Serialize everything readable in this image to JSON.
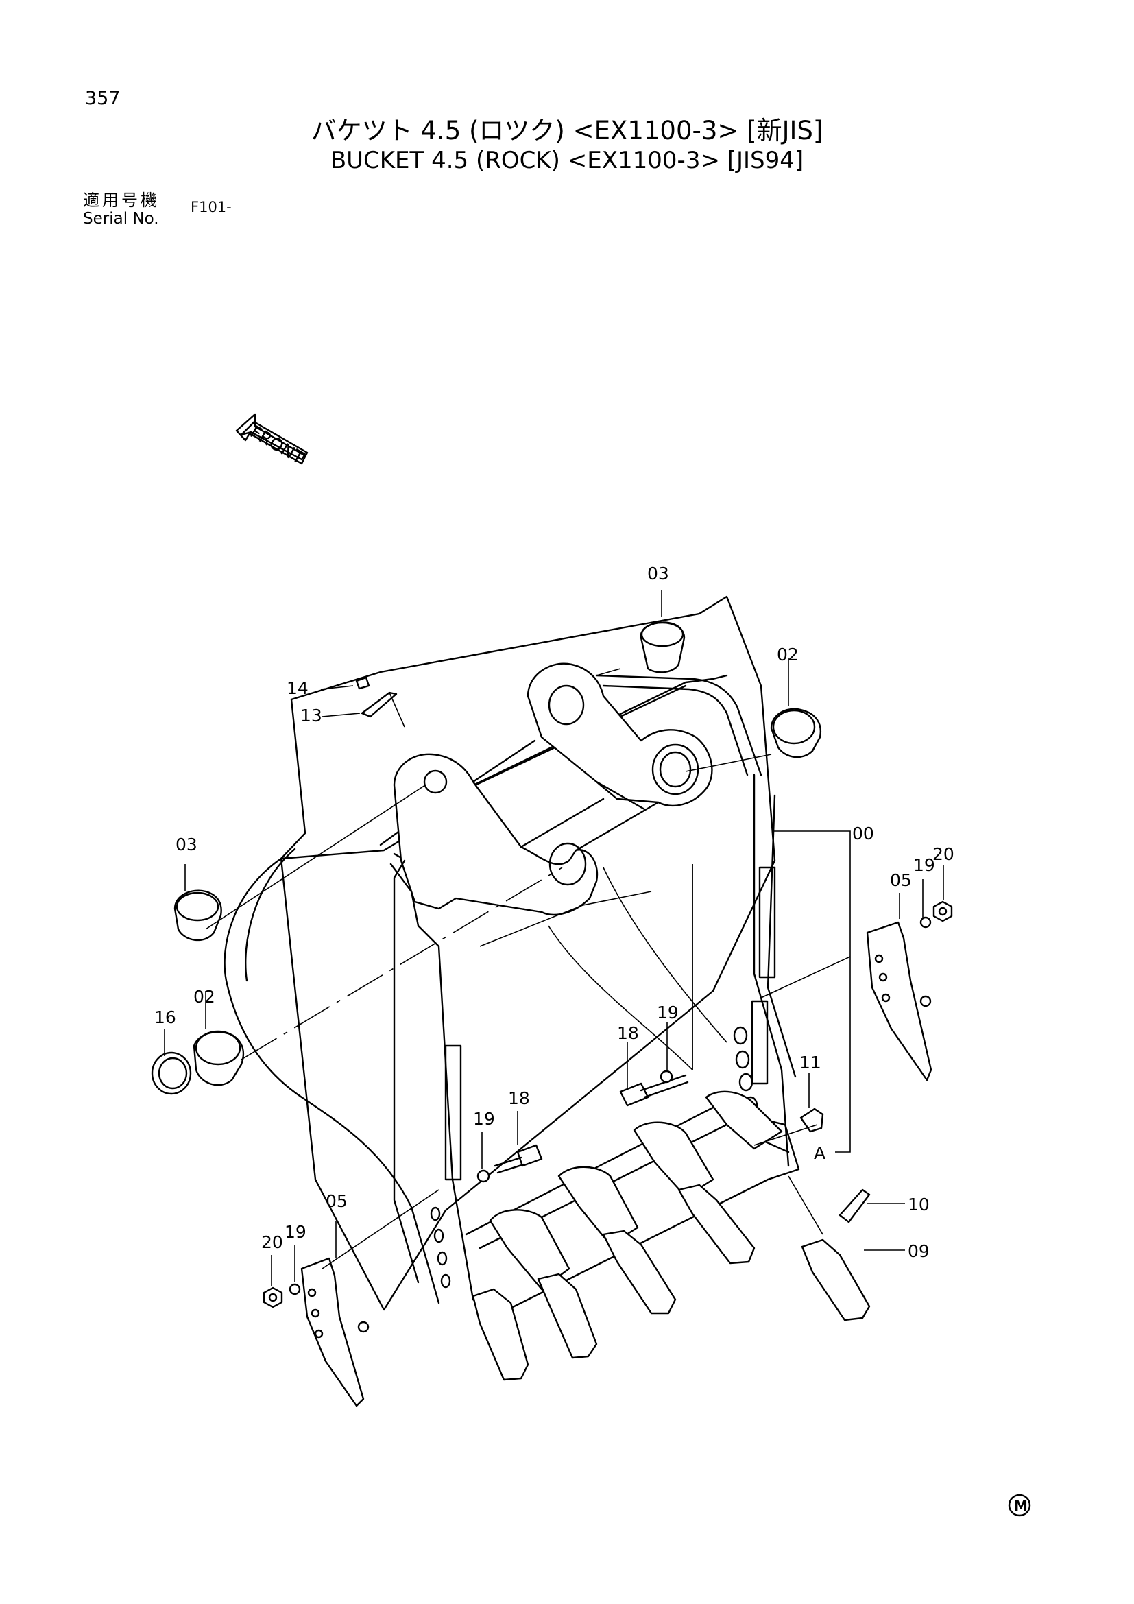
{
  "page": {
    "number": "357"
  },
  "title": {
    "japanese": "バケツト 4.5 (ロツク) <EX1100-3> [新JIS]",
    "english": "BUCKET 4.5 (ROCK) <EX1100-3> [JIS94]"
  },
  "serial": {
    "label_jp": "適用号機",
    "label_en": "Serial No.",
    "value": "F101-"
  },
  "front_arrow": {
    "label": "FRONT"
  },
  "callouts": {
    "p00": "00",
    "p02a": "02",
    "p02b": "02",
    "p03a": "03",
    "p03b": "03",
    "p05a": "05",
    "p05b": "05",
    "p09": "09",
    "p10": "10",
    "p11": "11",
    "p13": "13",
    "p14": "14",
    "p16": "16",
    "p18a": "18",
    "p18b": "18",
    "p19a": "19",
    "p19b": "19",
    "p19c": "19",
    "p19d": "19",
    "p20a": "20",
    "p20b": "20",
    "pA": "A"
  },
  "footer": {
    "mark": "M"
  }
}
